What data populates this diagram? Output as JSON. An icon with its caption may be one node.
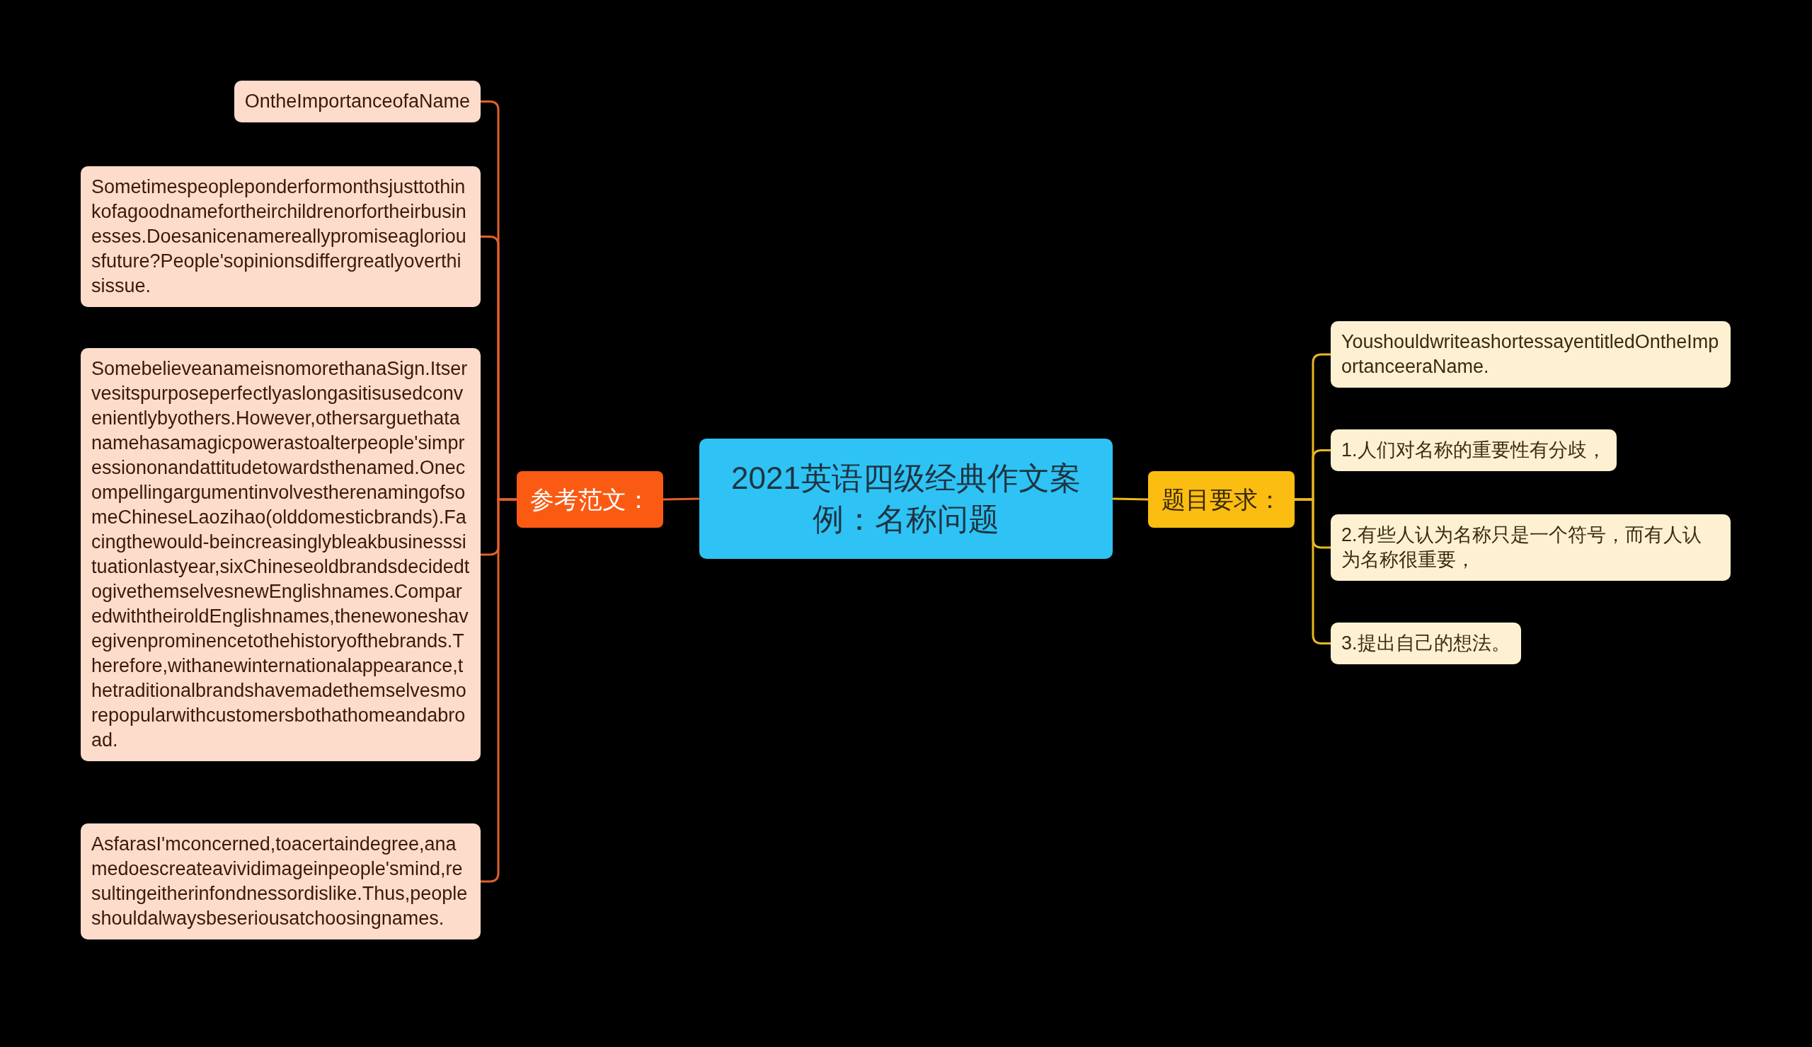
{
  "diagram": {
    "nodes": [
      {
        "text": [
          "2021英语四级经典作文案例：名称问题"
        ]
      },
      {
        "text": [
          "参考范文："
        ]
      },
      {
        "text": [
          "OntheImportanceofaName"
        ]
      },
      {
        "text": [
          "Sometimespeopleponderformonthsjusttothinkofagoodnamefortheirchildrenorfortheirbusinesses.Doesanicenamereallypromiseagloriousfuture?People'sopinionsdiffergreatlyoverthisissue."
        ]
      },
      {
        "text": [
          "SomebelieveanameisnomorethanaSign.Itservesitspurposeperfectlyaslongasitisusedconvenientlybyothers.However,othersarguethatanamehasamagicpowerastoalterpeople'simpressiononandattitudetowardsthenamed.OnecompellingargumentinvolvestherenamingofsomeChineseLaozihao(olddomesticbrands).Facingthewould-beincreasinglybleakbusinesssituationlastyear,sixChineseoldbrandsdecidedtogivethemselvesnewEnglishnames.ComparedwiththeiroldEnglishnames,thenewoneshavegivenprominencetothehistoryofthebrands.Therefore,withanewinternationalappearance,thetraditionalbrandshavemadethemselvesmorepopularwithcustomersbothathomeandabroad."
        ]
      },
      {
        "text": [
          "AsfarasI'mconcerned,toacertaindegree,anamedoescreateavividimageinpeople'smind,resultingeitherinfondnessordislike.Thus,peopleshouldalwaysbeseriousatchoosingnames."
        ]
      },
      {
        "text": [
          "题目要求："
        ]
      },
      {
        "text": [
          "YoushouldwriteashortessayentitledOntheImportanceeraName."
        ]
      },
      {
        "text": [
          "1.人们对名称的重要性有分歧，"
        ]
      },
      {
        "text": [
          "2.有些人认为名称只是一个符号，而有人认为名称很重要，"
        ]
      },
      {
        "text": [
          "3.提出自己的想法。"
        ]
      }
    ],
    "edges": [
      {
        "from": 0,
        "to": 1,
        "arrow": "none",
        "color": "#e0602c"
      },
      {
        "from": 0,
        "to": 6,
        "arrow": "none",
        "color": "#e9b71f"
      },
      {
        "from": 1,
        "to": 2,
        "arrow": "none",
        "color": "#e0602c"
      },
      {
        "from": 1,
        "to": 3,
        "arrow": "none",
        "color": "#e0602c"
      },
      {
        "from": 1,
        "to": 4,
        "arrow": "none",
        "color": "#e0602c"
      },
      {
        "from": 1,
        "to": 5,
        "arrow": "none",
        "color": "#e0602c"
      },
      {
        "from": 6,
        "to": 7,
        "arrow": "none",
        "color": "#e9b71f"
      },
      {
        "from": 6,
        "to": 8,
        "arrow": "none",
        "color": "#e9b71f"
      },
      {
        "from": 6,
        "to": 9,
        "arrow": "none",
        "color": "#e9b71f"
      },
      {
        "from": 6,
        "to": 10,
        "arrow": "none",
        "color": "#e9b71f"
      }
    ]
  }
}
